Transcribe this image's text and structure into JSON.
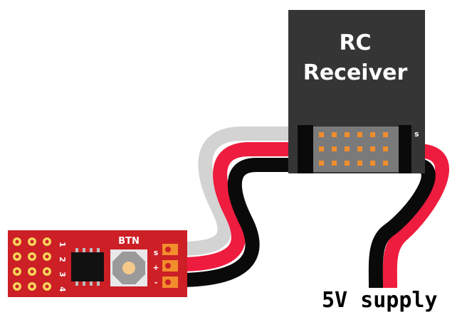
{
  "receiver": {
    "title_line1": "RC",
    "title_line2": "Receiver",
    "signal_marker": "s"
  },
  "board": {
    "button_label": "BTN",
    "pin_labels": [
      "s",
      "+",
      "-"
    ],
    "channel_labels": [
      "1",
      "2",
      "3",
      "4"
    ]
  },
  "supply": {
    "label": "5V supply"
  },
  "colors": {
    "receiver_body": "#353535",
    "pcb": "#cc1f26",
    "wire_signal": "#d3d3d3",
    "wire_power": "#ee1c3e",
    "wire_ground": "#0a0a0a",
    "pin_pad": "#f28d2c"
  }
}
